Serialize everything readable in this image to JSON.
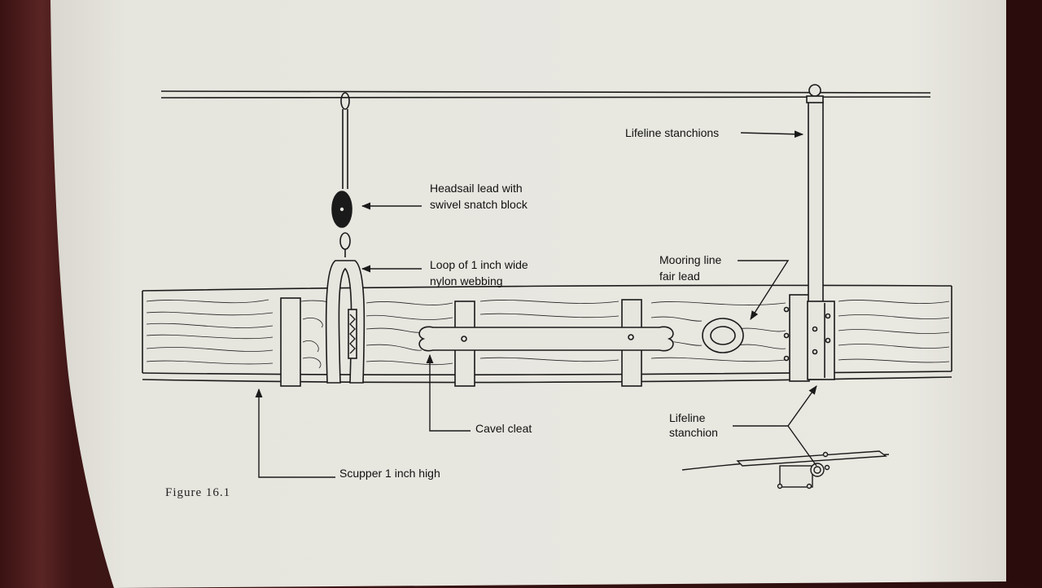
{
  "figure": {
    "caption": "Figure 16.1",
    "labels": {
      "lifeline_stanchions": "Lifeline stanchions",
      "headsail_lead_line1": "Headsail lead with",
      "headsail_lead_line2": "swivel snatch block",
      "loop_line1": "Loop of 1 inch wide",
      "loop_line2": "nylon  webbing",
      "mooring_line1": "Mooring line",
      "mooring_line2": "fair lead",
      "cavel_cleat": "Cavel cleat",
      "lifeline_stanchion_line1": "Lifeline",
      "lifeline_stanchion_line2": "stanchion",
      "scupper": "Scupper 1 inch high"
    }
  },
  "colors": {
    "paper": "#e7e6df",
    "ink": "#1a1a1a",
    "background": "#3b1414"
  }
}
